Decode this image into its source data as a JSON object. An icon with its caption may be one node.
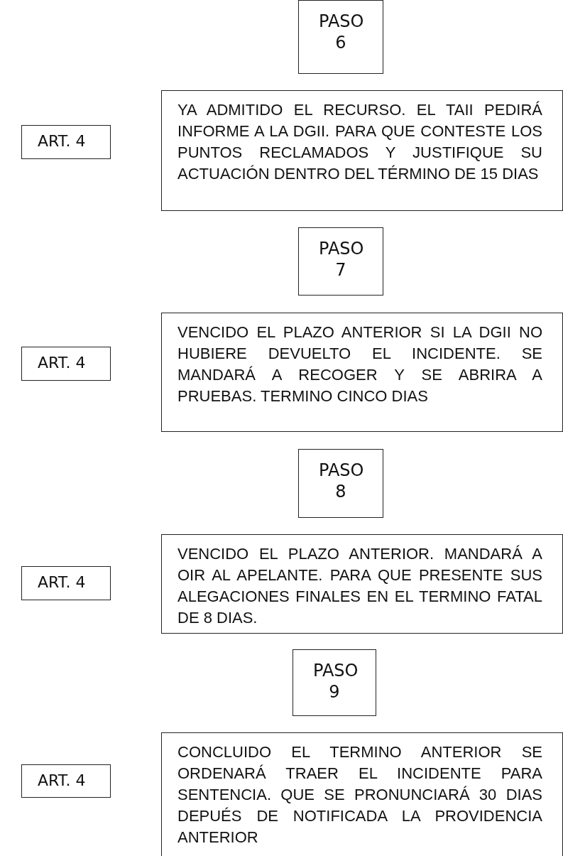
{
  "diagram": {
    "nodes": [
      {
        "text": [
          "PASO 6"
        ]
      },
      {
        "text": [
          "ART. 4"
        ]
      },
      {
        "text": [
          "YA ADMITIDO EL RECURSO. EL TAII PEDIRÁ INFORME A LA DGII. PARA QUE CONTESTE LOS PUNTOS RECLAMADOS Y JUSTIFIQUE SU ACTUACIÓN DENTRO DEL TÉRMINO DE 15 DIAS"
        ]
      },
      {
        "text": [
          "PASO 7"
        ]
      },
      {
        "text": [
          "ART. 4"
        ]
      },
      {
        "text": [
          "VENCIDO EL PLAZO ANTERIOR SI LA DGII NO HUBIERE DEVUELTO EL INCIDENTE. SE MANDARÁ A RECOGER Y SE ABRIRA A PRUEBAS. TERMINO CINCO DIAS"
        ]
      },
      {
        "text": [
          "PASO 8"
        ]
      },
      {
        "text": [
          "ART. 4"
        ]
      },
      {
        "text": [
          "VENCIDO EL PLAZO ANTERIOR. MANDARÁ A OIR AL APELANTE. PARA QUE PRESENTE SUS ALEGACIONES FINALES EN EL TERMINO FATAL DE 8 DIAS."
        ]
      },
      {
        "text": [
          "PASO 9"
        ]
      },
      {
        "text": [
          "ART. 4"
        ]
      },
      {
        "text": [
          "CONCLUIDO EL TERMINO ANTERIOR SE ORDENARÁ TRAER EL INCIDENTE PARA SENTENCIA. QUE SE PRONUNCIARÁ 30 DIAS DEPUÉS DE NOTIFICADA LA PROVIDENCIA ANTERIOR"
        ]
      }
    ]
  }
}
